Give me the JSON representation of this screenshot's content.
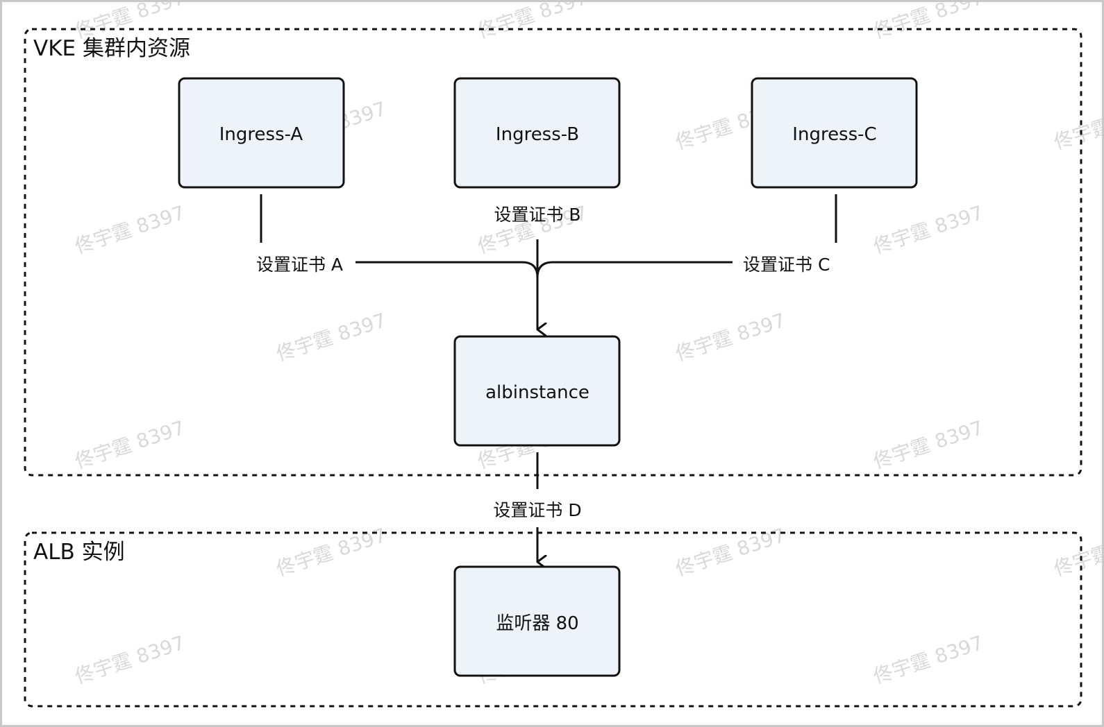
{
  "groups": {
    "vke": {
      "title": "VKE 集群内资源"
    },
    "alb": {
      "title": "ALB 实例"
    }
  },
  "nodes": {
    "ingress_a": "Ingress-A",
    "ingress_b": "Ingress-B",
    "ingress_c": "Ingress-C",
    "albinstance": "albinstance",
    "listener": "监听器 80"
  },
  "edges": {
    "cert_a": "设置证书 A",
    "cert_b": "设置证书 B",
    "cert_c": "设置证书 C",
    "cert_d": "设置证书 D"
  },
  "watermark": "佟宇霆 8397",
  "colors": {
    "node_fill": "#eef3f9",
    "stroke": "#111111",
    "watermark": "#d9d9d9"
  }
}
